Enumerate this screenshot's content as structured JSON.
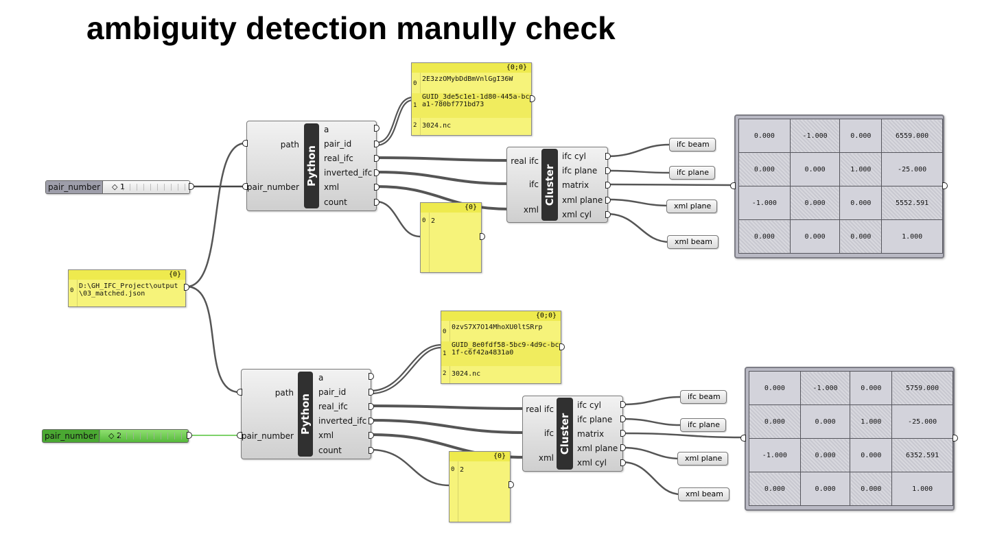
{
  "title": "ambiguity detection manully check",
  "python1": {
    "label": "Python",
    "inputs": [
      "path",
      "pair_number"
    ],
    "outputs": [
      "a",
      "pair_id",
      "real_ifc",
      "inverted_ifc",
      "xml",
      "count"
    ]
  },
  "python2": {
    "label": "Python",
    "inputs": [
      "path",
      "pair_number"
    ],
    "outputs": [
      "a",
      "pair_id",
      "real_ifc",
      "inverted_ifc",
      "xml",
      "count"
    ]
  },
  "cluster1": {
    "label": "Cluster",
    "inputs": [
      "real ifc",
      "ifc",
      "xml"
    ],
    "outputs": [
      "ifc cyl",
      "ifc plane",
      "matrix",
      "xml plane",
      "xml cyl"
    ]
  },
  "cluster2": {
    "label": "Cluster",
    "inputs": [
      "real ifc",
      "ifc",
      "xml"
    ],
    "outputs": [
      "ifc cyl",
      "ifc plane",
      "matrix",
      "xml plane",
      "xml cyl"
    ]
  },
  "slider1": {
    "name": "pair_number",
    "value": "◇ 1",
    "color": "#9e9eaa"
  },
  "slider2": {
    "name": "pair_number",
    "value": "◇ 2",
    "color": "#4aa832"
  },
  "path_panel": {
    "header": "{0}",
    "rows": [
      {
        "index": "0",
        "text": "D:\\GH_IFC_Project\\output\\03_matched.json"
      }
    ]
  },
  "pair_panel1": {
    "header": "{0;0}",
    "rows": [
      {
        "index": "0",
        "text": "2E3zzOMybDdBmVnlGgI36W"
      },
      {
        "index": "1",
        "text": "GUID_3de5c1e1-1d80-445a-bca1-780bf771bd73"
      },
      {
        "index": "2",
        "text": "3024.nc"
      }
    ]
  },
  "pair_panel2": {
    "header": "{0;0}",
    "rows": [
      {
        "index": "0",
        "text": "0zvS7X7O14MhoXU0ltSRrp"
      },
      {
        "index": "1",
        "text": "GUID_8e0fdf58-5bc9-4d9c-bc1f-c6f42a4831a0"
      },
      {
        "index": "2",
        "text": "3024.nc"
      }
    ]
  },
  "count_panel1": {
    "header": "{0}",
    "rows": [
      {
        "index": "0",
        "text": "2"
      }
    ]
  },
  "count_panel2": {
    "header": "{0}",
    "rows": [
      {
        "index": "0",
        "text": "2"
      }
    ]
  },
  "outputs1": {
    "ifc_beam": "ifc beam",
    "ifc_plane": "ifc plane",
    "xml_plane": "xml plane",
    "xml_beam": "xml beam"
  },
  "outputs2": {
    "ifc_beam": "ifc beam",
    "ifc_plane": "ifc plane",
    "xml_plane": "xml plane",
    "xml_beam": "xml beam"
  },
  "matrix1": [
    [
      "0.000",
      "-1.000",
      "0.000",
      "6559.000"
    ],
    [
      "0.000",
      "0.000",
      "1.000",
      "-25.000"
    ],
    [
      "-1.000",
      "0.000",
      "0.000",
      "5552.591"
    ],
    [
      "0.000",
      "0.000",
      "0.000",
      "1.000"
    ]
  ],
  "matrix2": [
    [
      "0.000",
      "-1.000",
      "0.000",
      "5759.000"
    ],
    [
      "0.000",
      "0.000",
      "1.000",
      "-25.000"
    ],
    [
      "-1.000",
      "0.000",
      "0.000",
      "6352.591"
    ],
    [
      "0.000",
      "0.000",
      "0.000",
      "1.000"
    ]
  ]
}
